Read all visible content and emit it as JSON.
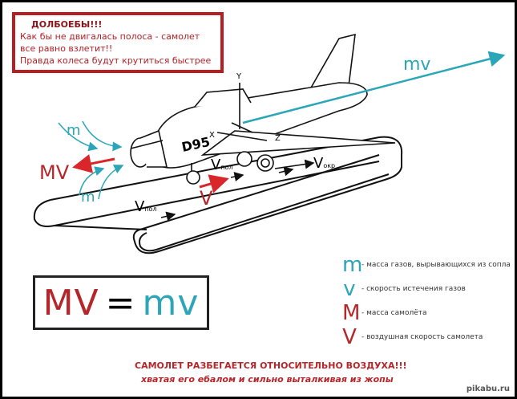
{
  "warning_box": {
    "title": "ДОЛБОЕБЫ!!!",
    "lines": [
      "Как бы не двигалась полоса - самолет",
      "все равно взлетит!!",
      "Правда колеса будут крутиться быстрее"
    ]
  },
  "diagram": {
    "labels": {
      "mv_right": "mv",
      "m_top": "m",
      "m_bottom": "m",
      "MV_left": "MV",
      "V_red": "V",
      "v_pol_plane": "V",
      "v_pol_plane_sub": "пол",
      "v_okr": "V",
      "v_okr_sub": "окр",
      "v_pol_belt": "V",
      "v_pol_belt_sub": "пол",
      "axis_x": "X",
      "axis_y": "Y",
      "axis_z": "Z",
      "tail_number": "D95"
    },
    "colors": {
      "red": "#b5262a",
      "cyan": "#2aa6b8"
    }
  },
  "formula": {
    "left": "MV",
    "eq": "=",
    "right": "mv"
  },
  "legend": [
    {
      "symbol": "m",
      "color": "#2aa6b8",
      "text": "- масса газов, вырывающихся из сопла"
    },
    {
      "symbol": "v",
      "color": "#2aa6b8",
      "text": "- скорость истечения газов"
    },
    {
      "symbol": "M",
      "color": "#b5262a",
      "text": "- масса самолёта"
    },
    {
      "symbol": "V",
      "color": "#b5262a",
      "text": "- воздушная скорость самолета"
    }
  ],
  "bottom": {
    "line1": "САМОЛЕТ РАЗБЕГАЕТСЯ ОТНОСИТЕЛЬНО ВОЗДУХА!!!",
    "line2": "хватая его ебалом и сильно выталкивая из жопы"
  },
  "watermark": "pikabu.ru"
}
